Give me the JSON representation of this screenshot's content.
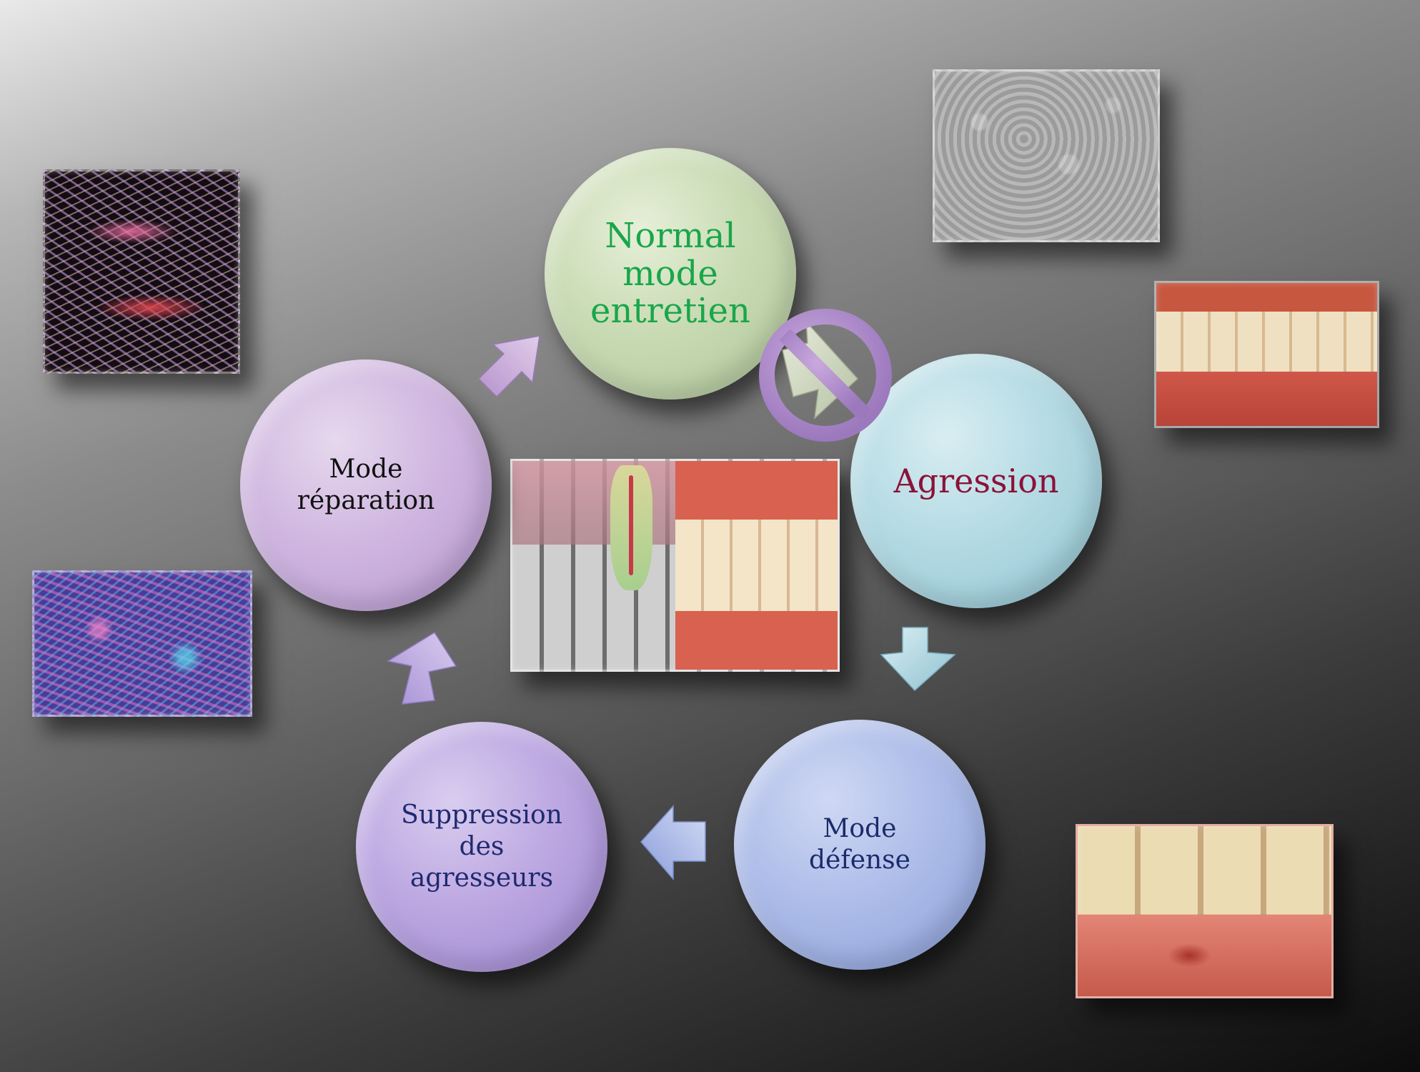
{
  "diagram": {
    "nodes": [
      {
        "id": "normal",
        "label": "Normal\nmode\nentretien",
        "color": "#19a64a"
      },
      {
        "id": "agression",
        "label": "Agression",
        "color": "#8c1238"
      },
      {
        "id": "defense",
        "label": "Mode\ndéfense",
        "color": "#1b2b6b"
      },
      {
        "id": "suppression",
        "label": "Suppression\ndes\nagresseurs",
        "color": "#1f2a6e"
      },
      {
        "id": "reparation",
        "label": "Mode\nréparation",
        "color": "#111111"
      }
    ],
    "cycle": [
      "reparation",
      "normal",
      "agression",
      "defense",
      "suppression",
      "reparation"
    ],
    "blocked_link": {
      "from": "normal",
      "to": "agression",
      "icon": "prohibited-icon"
    }
  },
  "images": [
    {
      "name": "fibroblast-illustration"
    },
    {
      "name": "cell-micrograph"
    },
    {
      "name": "healthy-gums-photo"
    },
    {
      "name": "stained-tissue-micrograph"
    },
    {
      "name": "gum-lesion-photo"
    },
    {
      "name": "xray-and-teeth-photo"
    }
  ],
  "colors": {
    "normal": "#c9dbb4",
    "agression": "#b5dbe4",
    "defense": "#aebde9",
    "suppression": "#bda8e2",
    "reparation": "#d0b7e0"
  }
}
